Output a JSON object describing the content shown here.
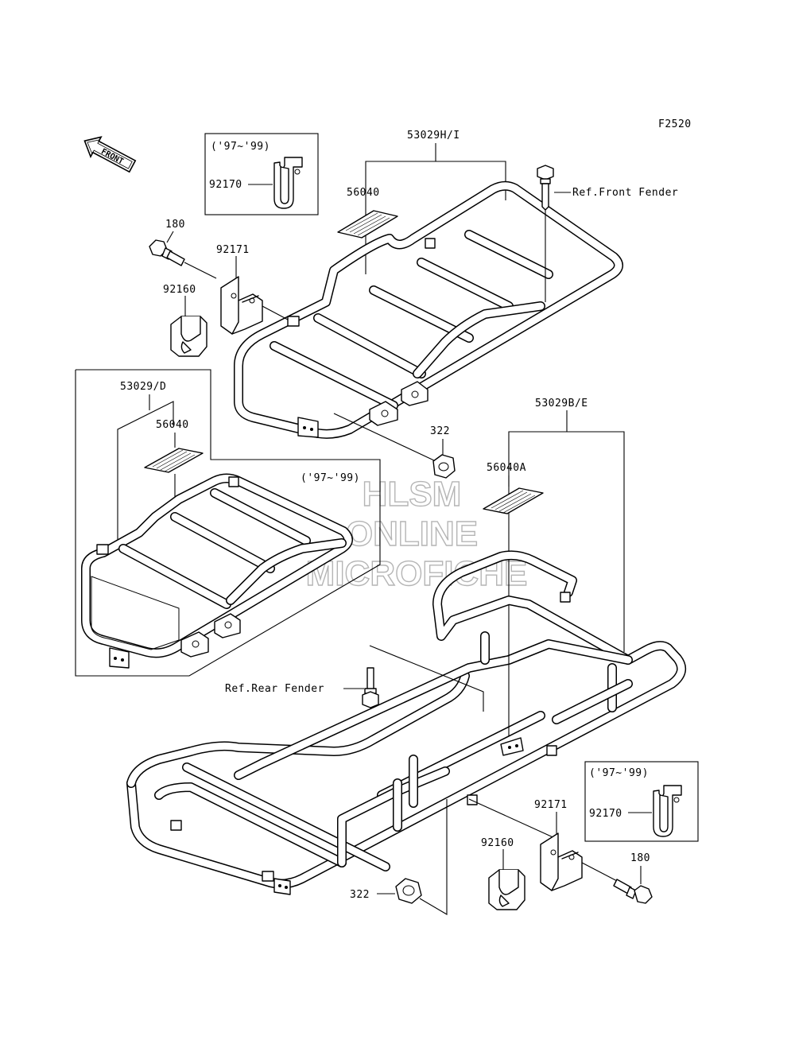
{
  "figure_code": "F2520",
  "front_arrow_label": "FRONT",
  "watermark": {
    "line1": "HLSM",
    "line2": "ONLINE",
    "line3": "MICROFICHE"
  },
  "labels": {
    "rack_front_hi": "53029H/I",
    "decal_front": "56040",
    "ref_front_fender": "Ref.Front Fender",
    "year_box_top": "('97~'99)",
    "clamp_top": "92170",
    "bolt_top": "180",
    "bracket_top": "92171",
    "bushing_top": "92160",
    "rack_front_d": "53029/D",
    "decal_front_d": "56040",
    "year_box_left": "('97~'99)",
    "nut_top": "322",
    "rack_rear_be": "53029B/E",
    "decal_rear": "56040A",
    "ref_rear_fender": "Ref.Rear Fender",
    "year_box_bottom": "('97~'99)",
    "clamp_bottom": "92170",
    "bracket_bottom": "92171",
    "bushing_bottom": "92160",
    "bolt_bottom": "180",
    "nut_bottom": "322"
  }
}
